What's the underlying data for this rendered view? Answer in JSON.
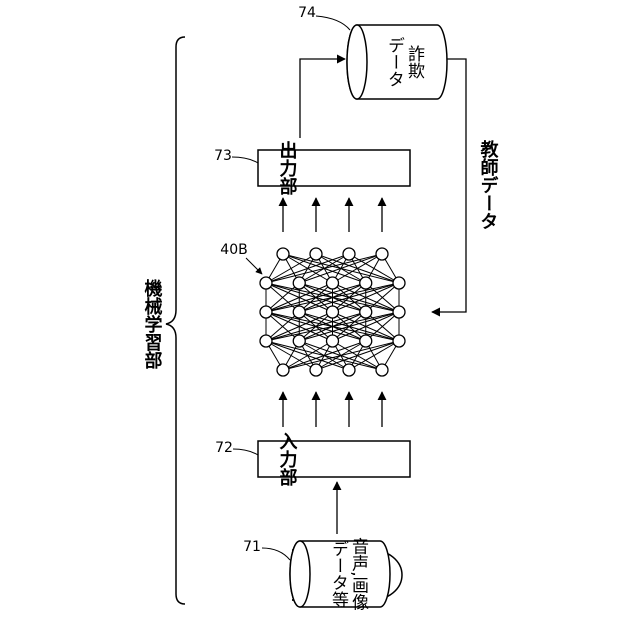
{
  "figure": {
    "group_label": "機械学習部",
    "model_ref": "40B",
    "input_data": {
      "ref": "71",
      "line1": "音声,画像",
      "line2": "データ等"
    },
    "input_unit": {
      "ref": "72",
      "label": "入力部"
    },
    "output_unit": {
      "ref": "73",
      "label": "出力部"
    },
    "fraud_data": {
      "ref": "74",
      "line1": "詐欺",
      "line2": "データ"
    },
    "teacher_label": "教師データ"
  },
  "network": {
    "layers": [
      4,
      5,
      5,
      5,
      4
    ]
  }
}
